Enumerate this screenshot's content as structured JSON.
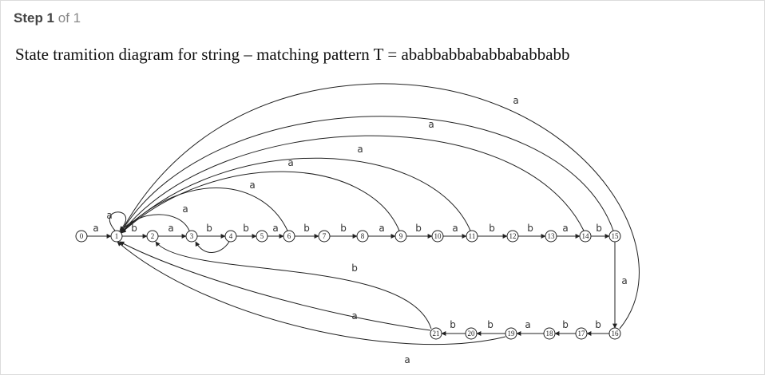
{
  "header": {
    "step_label": "Step 1",
    "of_label": "of 1"
  },
  "caption": "State tramition diagram for string – matching pattern T = ababbabbababbababbabb",
  "diagram": {
    "states": [
      "0",
      "1",
      "2",
      "3",
      "4",
      "5",
      "6",
      "7",
      "8",
      "9",
      "10",
      "11",
      "12",
      "13",
      "14",
      "15",
      "16",
      "17",
      "18",
      "19",
      "20",
      "21"
    ],
    "transitions": [
      {
        "from": "0",
        "to": "1",
        "label": "a"
      },
      {
        "from": "1",
        "to": "1",
        "label": "a"
      },
      {
        "from": "1",
        "to": "2",
        "label": "b"
      },
      {
        "from": "2",
        "to": "3",
        "label": "a"
      },
      {
        "from": "3",
        "to": "4",
        "label": "b"
      },
      {
        "from": "4",
        "to": "5",
        "label": "b"
      },
      {
        "from": "5",
        "to": "6",
        "label": "a"
      },
      {
        "from": "6",
        "to": "7",
        "label": "b"
      },
      {
        "from": "7",
        "to": "8",
        "label": "b"
      },
      {
        "from": "8",
        "to": "9",
        "label": "a"
      },
      {
        "from": "9",
        "to": "10",
        "label": "b"
      },
      {
        "from": "10",
        "to": "11",
        "label": "a"
      },
      {
        "from": "11",
        "to": "12",
        "label": "b"
      },
      {
        "from": "12",
        "to": "13",
        "label": "b"
      },
      {
        "from": "13",
        "to": "14",
        "label": "a"
      },
      {
        "from": "14",
        "to": "15",
        "label": "b"
      },
      {
        "from": "15",
        "to": "16",
        "label": "a"
      },
      {
        "from": "16",
        "to": "17",
        "label": "b"
      },
      {
        "from": "17",
        "to": "18",
        "label": "b"
      },
      {
        "from": "18",
        "to": "19",
        "label": "a"
      },
      {
        "from": "19",
        "to": "20",
        "label": "b"
      },
      {
        "from": "20",
        "to": "21",
        "label": "b"
      },
      {
        "from": "3",
        "to": "1",
        "label": "a"
      },
      {
        "from": "4",
        "to": "3",
        "label": ""
      },
      {
        "from": "6",
        "to": "1",
        "label": "a"
      },
      {
        "from": "9",
        "to": "1",
        "label": "a"
      },
      {
        "from": "11",
        "to": "1",
        "label": "a"
      },
      {
        "from": "14",
        "to": "1",
        "label": "a"
      },
      {
        "from": "15",
        "to": "1",
        "label": "a"
      },
      {
        "from": "16",
        "to": "1",
        "label": "a"
      },
      {
        "from": "21",
        "to": "2",
        "label": "b"
      },
      {
        "from": "21",
        "to": "1",
        "label": "a"
      },
      {
        "from": "19",
        "to": "1",
        "label": "a"
      }
    ]
  }
}
